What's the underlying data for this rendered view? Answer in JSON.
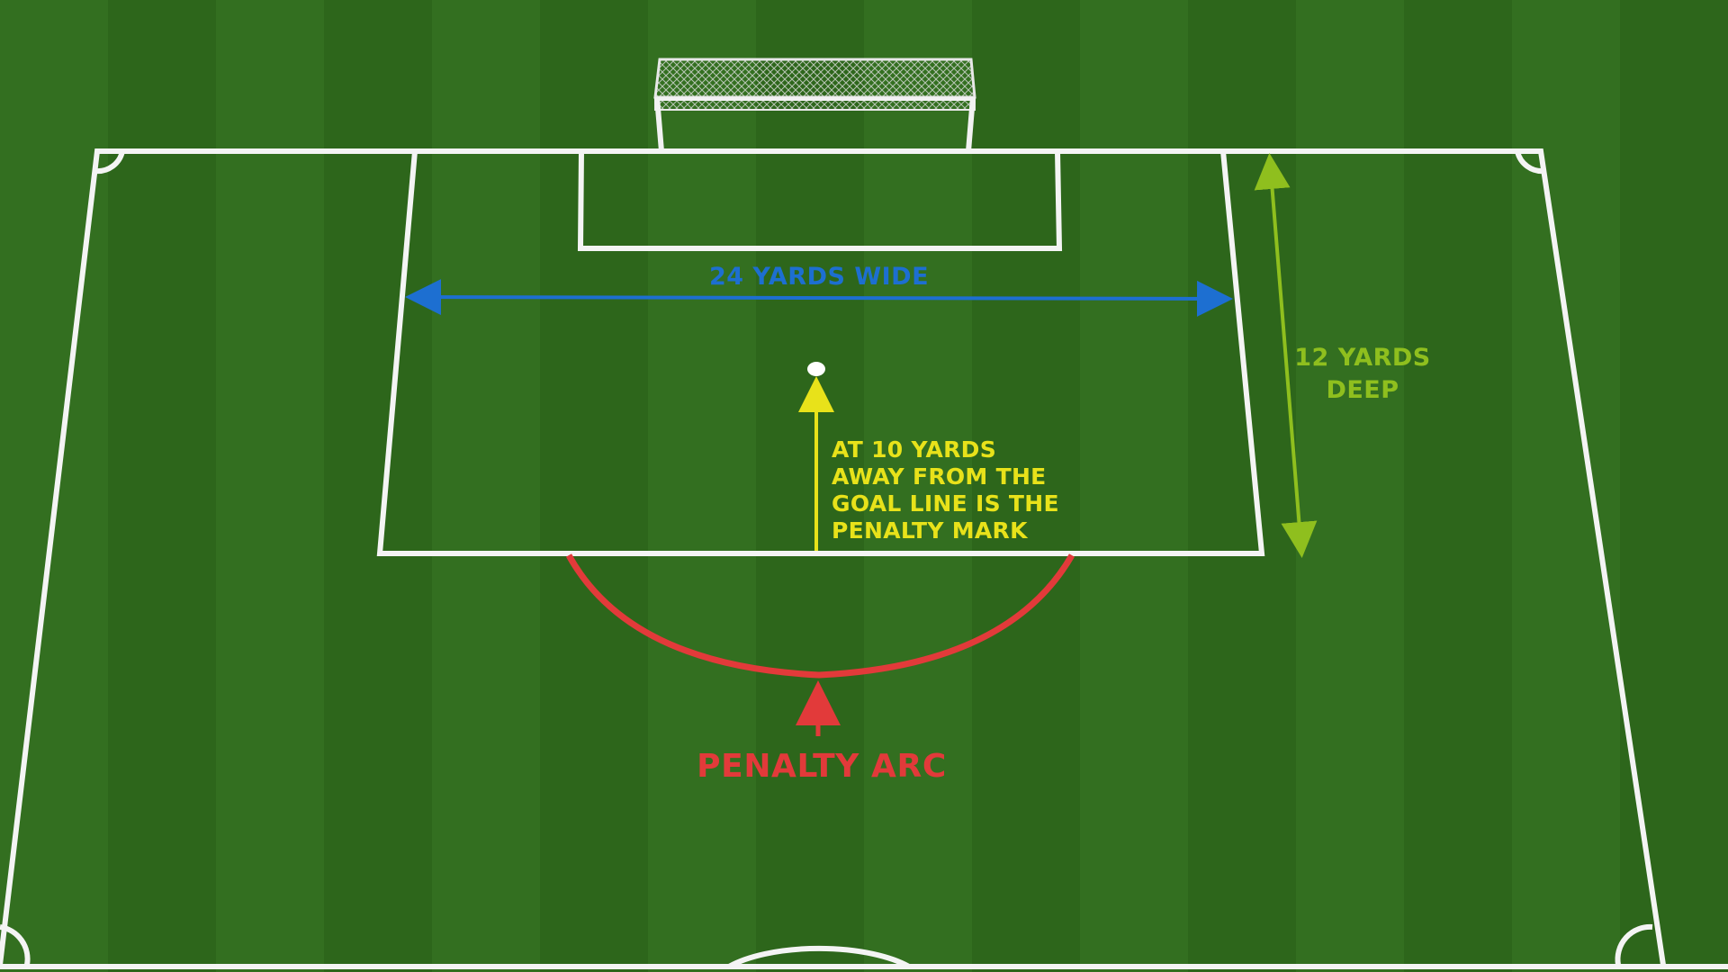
{
  "diagram": {
    "labels": {
      "width": "24 YARDS WIDE",
      "depth_line1": "12 YARDS",
      "depth_line2": "DEEP",
      "mark_line1": "AT 10 YARDS",
      "mark_line2": "AWAY FROM THE",
      "mark_line3": "GOAL LINE IS THE",
      "mark_line4": "PENALTY MARK",
      "arc": "PENALTY ARC"
    },
    "colors": {
      "grass_dark": "#2c6419",
      "grass_light": "#3a7d24",
      "field_lines": "#ffffff",
      "width_arrow": "#1d6fd1",
      "depth_arrow": "#8fbf1e",
      "mark_arrow": "#e8e21a",
      "arc": "#e23a3a"
    }
  }
}
